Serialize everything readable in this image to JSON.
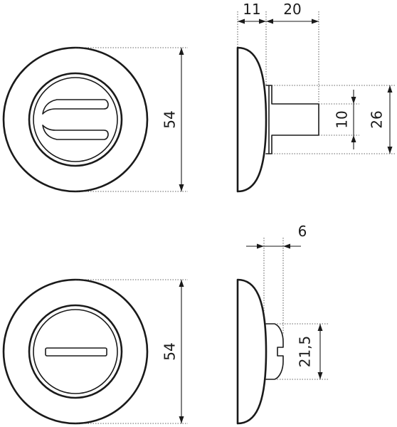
{
  "top_view": {
    "diameter_label": "54",
    "thickness_label": "11",
    "spindle_length_label": "20",
    "spindle_width_label": "10",
    "boss_diameter_label": "26"
  },
  "bottom_view": {
    "diameter_label": "54",
    "thickness_label": "6",
    "knob_height_label": "21,5"
  }
}
